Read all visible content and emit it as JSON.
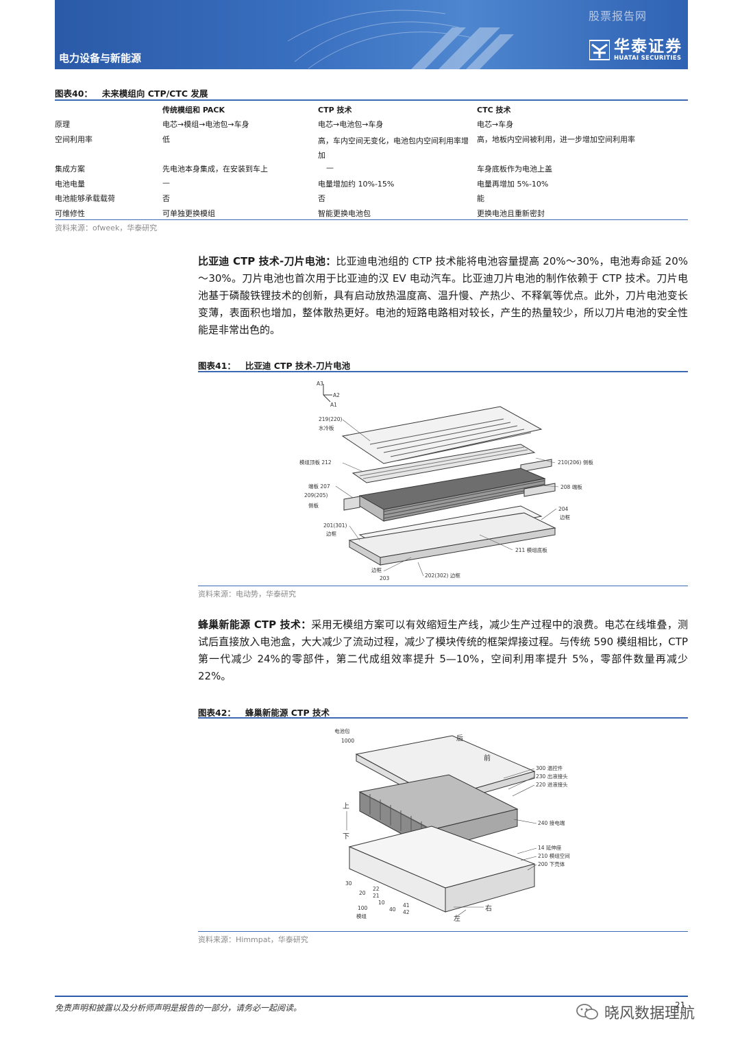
{
  "header": {
    "sector": "电力设备与新能源",
    "watermark": "股票报告网",
    "logo_cn": "华泰证券",
    "logo_en": "HUATAI SECURITIES"
  },
  "fig40": {
    "num": "图表40：",
    "title": "未来模组向 CTP/CTC 发展",
    "columns": [
      "",
      "传统模组和 PACK",
      "CTP 技术",
      "CTC 技术"
    ],
    "rows": [
      [
        "原理",
        "电芯→模组→电池包→车身",
        "电芯→电池包→车身",
        "电芯→车身"
      ],
      [
        "空间利用率",
        "低",
        "高，车内空间无变化，电池包内空间利用率增加",
        "高，地板内空间被利用，进一步增加空间利用率"
      ],
      [
        "集成方案",
        "先电池本身集成，在安装到车上",
        "—",
        "车身底板作为电池上盖"
      ],
      [
        "电池电量",
        "—",
        "电量增加约 10%-15%",
        "电量再增加 5%-10%"
      ],
      [
        "电池能够承载载荷",
        "否",
        "否",
        "能"
      ],
      [
        "可维修性",
        "可单独更换模组",
        "智能更换电池包",
        "更换电池且重新密封"
      ]
    ],
    "source": "资料来源：ofweek，华泰研究"
  },
  "para1": {
    "lead": "比亚迪 CTP 技术-刀片电池：",
    "body": "比亚迪电池组的 CTP 技术能将电池容量提高 20%～30%，电池寿命延 20%～30%。刀片电池也首次用于比亚迪的汉 EV 电动汽车。比亚迪刀片电池的制作依赖于 CTP 技术。刀片电池基于磷酸铁锂技术的创新，具有启动放热温度高、温升慢、产热少、不释氧等优点。此外，刀片电池变长变薄，表面积也增加，整体散热更好。电池的短路电路相对较长，产生的热量较少，所以刀片电池的安全性能是非常出色的。"
  },
  "fig41": {
    "num": "图表41：",
    "title": "比亚迪 CTP 技术-刀片电池",
    "source": "资料来源：电动势，华泰研究",
    "labels": {
      "a3": "A3",
      "a2": "A2",
      "a1": "A1",
      "l219": "219(220)",
      "l219t": "水冷板",
      "l212": "模组顶板  212",
      "l210": "210(206)  侧板",
      "l207": "端板  207",
      "l209": "209(205)",
      "l209t": "侧板",
      "l208": "208  端板",
      "l204": "204",
      "l204t": "边框",
      "l201": "201(301)",
      "l201t": "边框",
      "l211": "211  模组底板",
      "l203t": "边框",
      "l203": "203",
      "l202": "202(302)  边框"
    }
  },
  "para2": {
    "lead": "蜂巢新能源 CTP 技术：",
    "body": "采用无模组方案可以有效缩短生产线，减少生产过程中的浪费。电芯在线堆叠，测试后直接放入电池盒，大大减少了流动过程，减少了模块传统的框架焊接过程。与传统 590 模组相比，CTP 第一代减少 24%的零部件，第二代成组效率提升 5—10%，空间利用率提升 5%，零部件数量再减少 22%。"
  },
  "fig42": {
    "num": "图表42：",
    "title": "蜂巢新能源 CTP 技术",
    "source": "资料来源：Himmpat，华泰研究",
    "labels": {
      "pack": "电池包",
      "pack_no": "1000",
      "back": "后",
      "front": "前",
      "l300": "300 温控件",
      "l230": "230 出液接头",
      "l220": "220 进液接头",
      "up": "上",
      "down": "下",
      "l240": "240 接电端",
      "l14": "14  延伸座",
      "l210": "210 模组空间",
      "l200": "200 下壳体",
      "l30": "30",
      "l20": "20",
      "l22": "22",
      "l21": "21",
      "l10": "10",
      "l40": "40",
      "l41": "41",
      "l42": "42",
      "l100": "100",
      "l100t": "模组",
      "right": "右",
      "left": "左"
    }
  },
  "footer": {
    "disclaimer": "免责声明和披露以及分析师声明是报告的一部分，请务必一起阅读。",
    "page": "21",
    "wechat": "晓风数据理航"
  }
}
